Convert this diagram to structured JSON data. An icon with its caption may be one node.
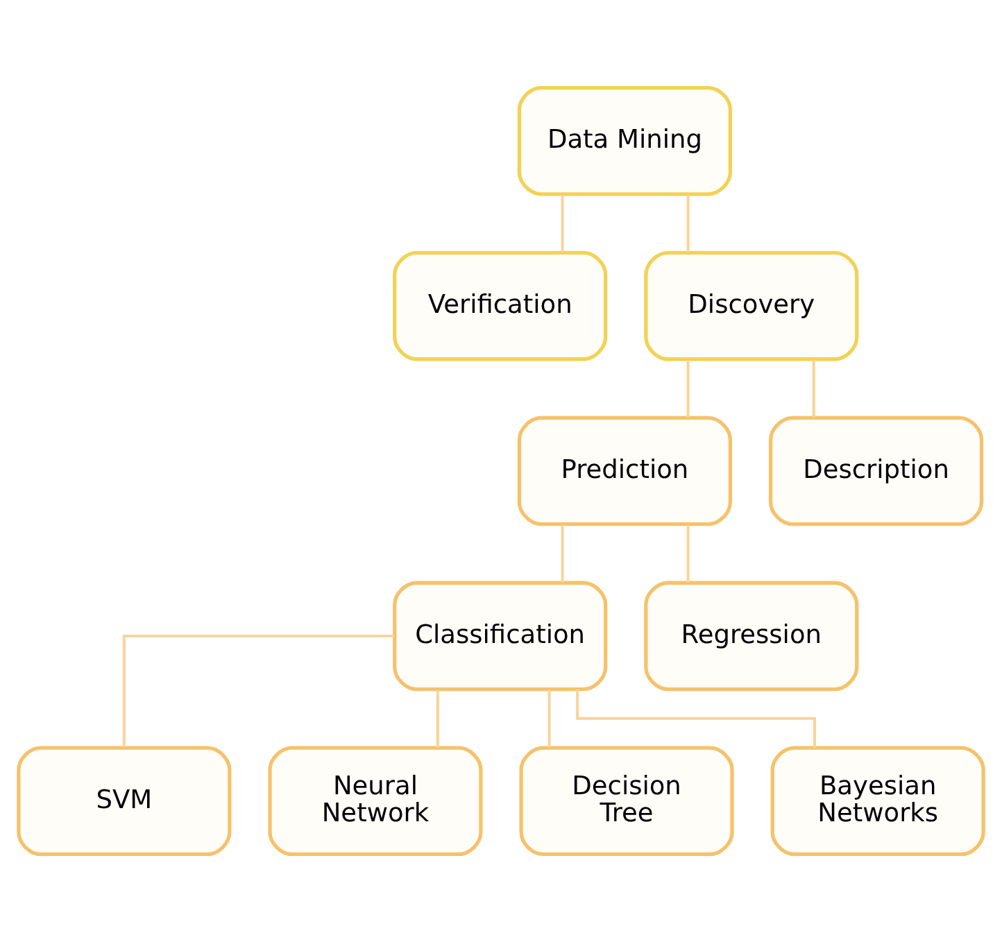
{
  "diagram": {
    "nodes": [
      {
        "text": [
          "Data Mining"
        ]
      },
      {
        "text": [
          "Verification"
        ]
      },
      {
        "text": [
          "Discovery"
        ]
      },
      {
        "text": [
          "Prediction"
        ]
      },
      {
        "text": [
          "Description"
        ]
      },
      {
        "text": [
          "Classification"
        ]
      },
      {
        "text": [
          "Regression"
        ]
      },
      {
        "text": [
          "SVM"
        ]
      },
      {
        "text": [
          "Neural Network"
        ]
      },
      {
        "text": [
          "Decision Tree"
        ]
      },
      {
        "text": [
          "Bayesian Networks"
        ]
      }
    ],
    "edges": [
      {
        "from": 0,
        "to": 1,
        "arrow": "none"
      },
      {
        "from": 0,
        "to": 2,
        "arrow": "none"
      },
      {
        "from": 2,
        "to": 3,
        "arrow": "none"
      },
      {
        "from": 2,
        "to": 4,
        "arrow": "none"
      },
      {
        "from": 3,
        "to": 5,
        "arrow": "none"
      },
      {
        "from": 3,
        "to": 6,
        "arrow": "none"
      },
      {
        "from": 5,
        "to": 7,
        "arrow": "none"
      },
      {
        "from": 5,
        "to": 8,
        "arrow": "none"
      },
      {
        "from": 5,
        "to": 9,
        "arrow": "none"
      },
      {
        "from": 5,
        "to": 10,
        "arrow": "none"
      }
    ]
  }
}
